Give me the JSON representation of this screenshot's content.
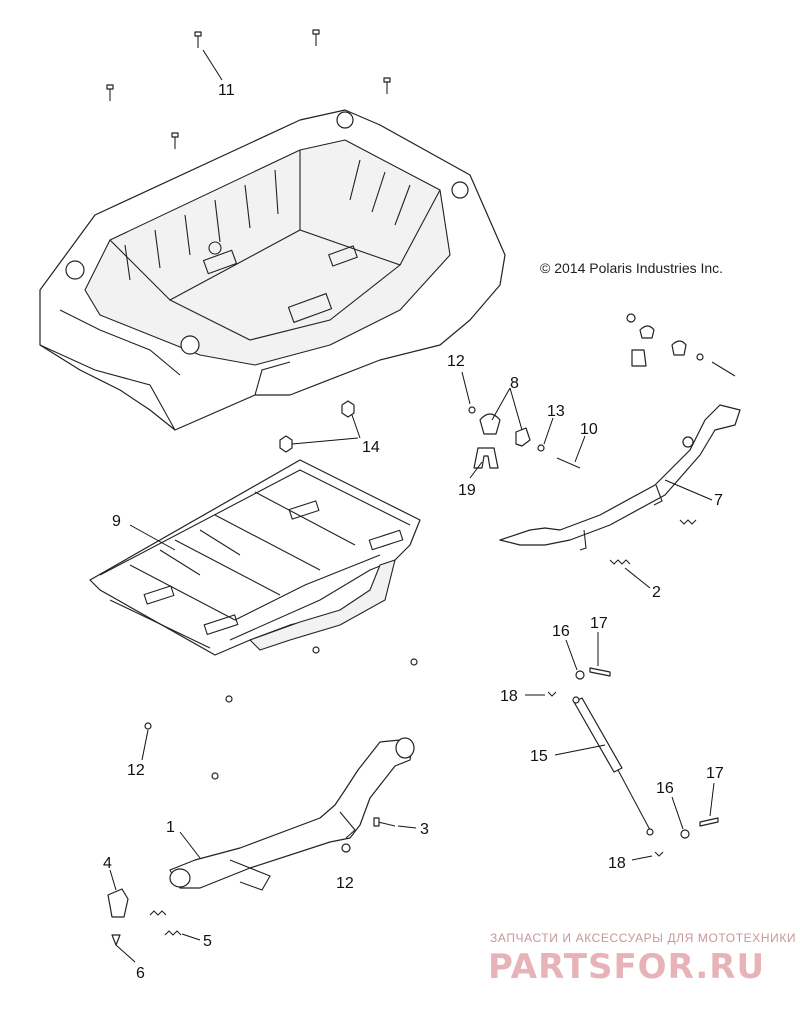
{
  "copyright": "© 2014 Polaris Industries Inc.",
  "watermark": {
    "subtitle": "ЗАПЧАСТИ И АКСЕССУАРЫ ДЛЯ МОТОТЕХНИКИ",
    "brand": "PARTSFOR.RU"
  },
  "callouts": [
    {
      "id": "c11",
      "label": "11"
    },
    {
      "id": "c12a",
      "label": "12"
    },
    {
      "id": "c8",
      "label": "8"
    },
    {
      "id": "c13",
      "label": "13"
    },
    {
      "id": "c10",
      "label": "10"
    },
    {
      "id": "c14",
      "label": "14"
    },
    {
      "id": "c19",
      "label": "19"
    },
    {
      "id": "c7",
      "label": "7"
    },
    {
      "id": "c9",
      "label": "9"
    },
    {
      "id": "c2",
      "label": "2"
    },
    {
      "id": "c16a",
      "label": "16"
    },
    {
      "id": "c17a",
      "label": "17"
    },
    {
      "id": "c18a",
      "label": "18"
    },
    {
      "id": "c15",
      "label": "15"
    },
    {
      "id": "c12b",
      "label": "12"
    },
    {
      "id": "c16b",
      "label": "16"
    },
    {
      "id": "c17b",
      "label": "17"
    },
    {
      "id": "c1",
      "label": "1"
    },
    {
      "id": "c3",
      "label": "3"
    },
    {
      "id": "c4",
      "label": "4"
    },
    {
      "id": "c12c",
      "label": "12"
    },
    {
      "id": "c18b",
      "label": "18"
    },
    {
      "id": "c5",
      "label": "5"
    },
    {
      "id": "c6",
      "label": "6"
    }
  ]
}
